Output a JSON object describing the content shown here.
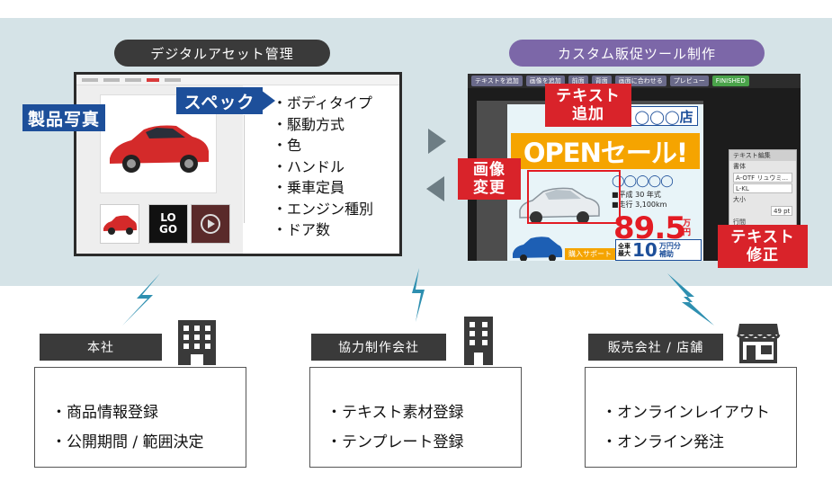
{
  "left_section": {
    "title": "デジタルアセット管理",
    "tag_photo": "製品写真",
    "tag_spec": "スペック",
    "spec_items": [
      "・ボディタイプ",
      "・駆動方式",
      "・色",
      "・ハンドル",
      "・乗車定員",
      "・エンジン種別",
      "・ドア数"
    ],
    "logo_text": [
      "LO",
      "GO"
    ]
  },
  "right_section": {
    "title": "カスタム販促ツール制作",
    "toolbar": [
      "テキストを追加",
      "画像を追加",
      "前面",
      "背面",
      "画面に合わせる",
      "プレビュー",
      "FINISHED"
    ],
    "tag_add_text": [
      "テキスト",
      "追加"
    ],
    "tag_change_image": [
      "画像",
      "変更"
    ],
    "tag_edit_text": [
      "テキスト",
      "修正"
    ],
    "flyer": {
      "shop": "◯◯◯店",
      "headline": "OPENセール!",
      "circles": "◯◯◯◯◯",
      "spec_lines": [
        "■平成 30 年式",
        "■走行 3,100km"
      ],
      "price": "89.5",
      "price_unit": "万円",
      "support": "購入サポート",
      "subsidy_small": [
        "全車",
        "最大"
      ],
      "subsidy_big": "10",
      "subsidy_unit": [
        "万円分",
        "補助"
      ]
    },
    "panel": {
      "header": "テキスト編集",
      "font_label": "書体",
      "font_value": "A-OTF リュウミ...",
      "weight_value": "L-KL",
      "size_label": "大小",
      "size_value": "49 pt",
      "line_label": "行間"
    }
  },
  "bottom": {
    "hq": {
      "label": "本社",
      "items": [
        "・商品情報登録",
        "・公開期間 / 範囲決定"
      ]
    },
    "partner": {
      "label": "協力制作会社",
      "items": [
        "・テキスト素材登録",
        "・テンプレート登録"
      ]
    },
    "store": {
      "label": "販売会社 / 店舗",
      "items": [
        "・オンラインレイアウト",
        "・オンライン発注"
      ]
    }
  },
  "colors": {
    "band": "#d5e3e7",
    "dark_pill": "#3a3a3a",
    "purple_pill": "#7c67a8",
    "blue_tag": "#1d4f9a",
    "red_tag": "#d9232a",
    "arrow": "#6d7d84",
    "bolt": "#2e8fb0"
  },
  "icons": [
    "building-icon",
    "office-tower-icon",
    "storefront-icon",
    "lightning-bolt-icon",
    "arrow-right-icon",
    "arrow-left-icon",
    "red-car-icon",
    "silver-car-icon",
    "blue-car-icon"
  ]
}
